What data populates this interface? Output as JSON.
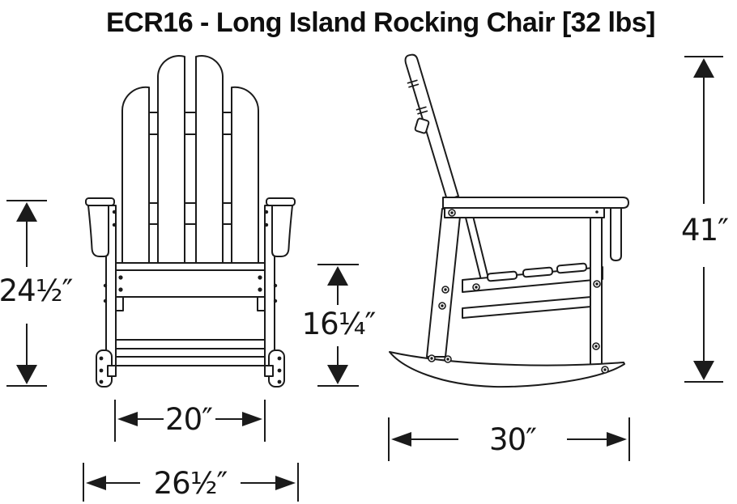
{
  "title": "ECR16 - Long Island Rocking Chair [32 lbs]",
  "product": {
    "model": "ECR16",
    "name": "Long Island Rocking Chair",
    "weight": "32 lbs"
  },
  "dimensions": {
    "arm_height": {
      "label": "24¹⁄₂″",
      "inches": 24.5,
      "view": "front",
      "orientation": "vertical"
    },
    "seat_height": {
      "label": "16¹⁄₄″",
      "inches": 16.25,
      "view": "front",
      "orientation": "vertical"
    },
    "overall_height": {
      "label": "41″",
      "inches": 41,
      "view": "side",
      "orientation": "vertical"
    },
    "seat_width": {
      "label": "20″",
      "inches": 20,
      "view": "front",
      "orientation": "horizontal"
    },
    "overall_width": {
      "label": "26¹⁄₂″",
      "inches": 26.5,
      "view": "front",
      "orientation": "horizontal"
    },
    "overall_depth": {
      "label": "30″",
      "inches": 30,
      "view": "side",
      "orientation": "horizontal"
    }
  },
  "colors": {
    "line": "#1b1b1b",
    "background": "#ffffff",
    "text": "#0f0f0f"
  }
}
